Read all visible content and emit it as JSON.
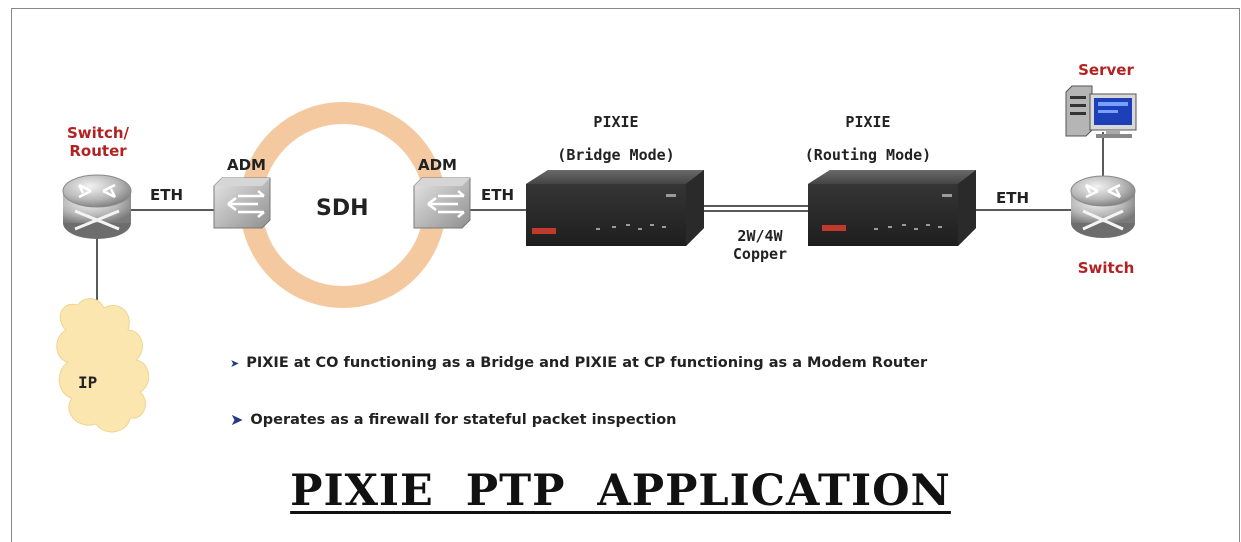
{
  "nodes": {
    "left_router": "Switch/\nRouter",
    "adm_left": "ADM",
    "ring": "SDH",
    "adm_right": "ADM",
    "pixie_bridge_name": "PIXIE",
    "pixie_bridge_mode": "(Bridge Mode)",
    "pixie_routing_name": "PIXIE",
    "pixie_routing_mode": "(Routing Mode)",
    "server": "Server",
    "switch": "Switch",
    "cloud": "IP"
  },
  "links": {
    "eth_left": "ETH",
    "eth_middle": "ETH",
    "copper": "2W/4W\nCopper",
    "eth_right": "ETH"
  },
  "bullets": [
    "PIXIE at CO functioning as a Bridge and PIXIE at CP functioning as a Modem Router",
    "Operates as a firewall for stateful packet inspection"
  ],
  "title": "PIXIE  PTP  APPLICATION",
  "colors": {
    "node_label": "#b22222",
    "ring": "#f5c9a0",
    "cloud": "#fbe6b0",
    "device_body": "#3a3a3a",
    "bullet_arrow": "#1f3a8a"
  }
}
